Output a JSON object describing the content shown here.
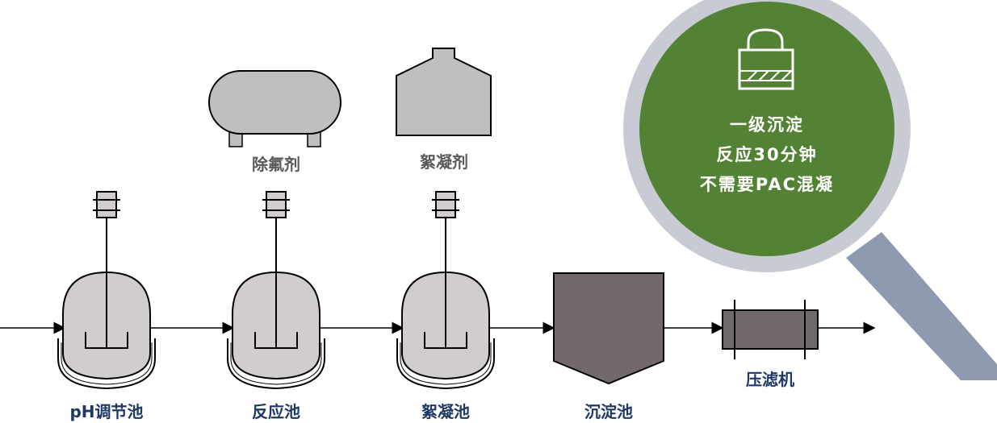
{
  "process": {
    "units": [
      {
        "label": "pH调节池"
      },
      {
        "label": "反应池"
      },
      {
        "label": "絮凝池"
      },
      {
        "label": "沉淀池"
      },
      {
        "label": "压滤机"
      }
    ],
    "dosing": [
      {
        "label": "除氟剂"
      },
      {
        "label": "絮凝剂"
      }
    ]
  },
  "callout": {
    "icon": "lock-icon",
    "lines": [
      "一级沉淀",
      "反应30分钟",
      "不需要PAC混凝"
    ]
  },
  "colors": {
    "tank_fill": "#d0cdcc",
    "vessel_fill": "#bfbfbf",
    "settler_fill": "#726a6a",
    "label_blue": "#1f3864",
    "label_gray": "#595959",
    "lens_green": "#548235",
    "lens_rim": "#c8cbd4",
    "handle": "#8e9aaf"
  }
}
